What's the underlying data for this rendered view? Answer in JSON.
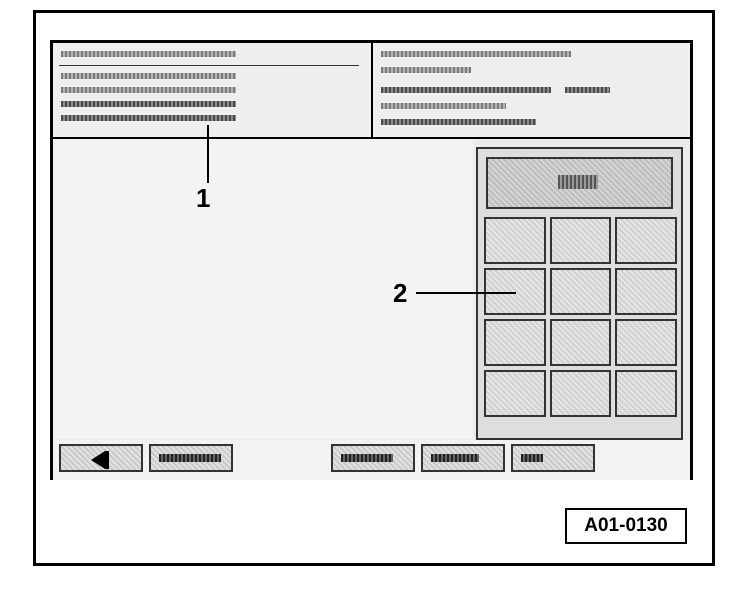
{
  "callouts": [
    {
      "label": "1"
    },
    {
      "label": "2"
    }
  ],
  "reference_code": "A01-0130",
  "keypad": {
    "rows": 4,
    "columns": 3
  },
  "soft_buttons": [
    "back",
    "button-2",
    "button-3",
    "button-4",
    "button-5"
  ]
}
